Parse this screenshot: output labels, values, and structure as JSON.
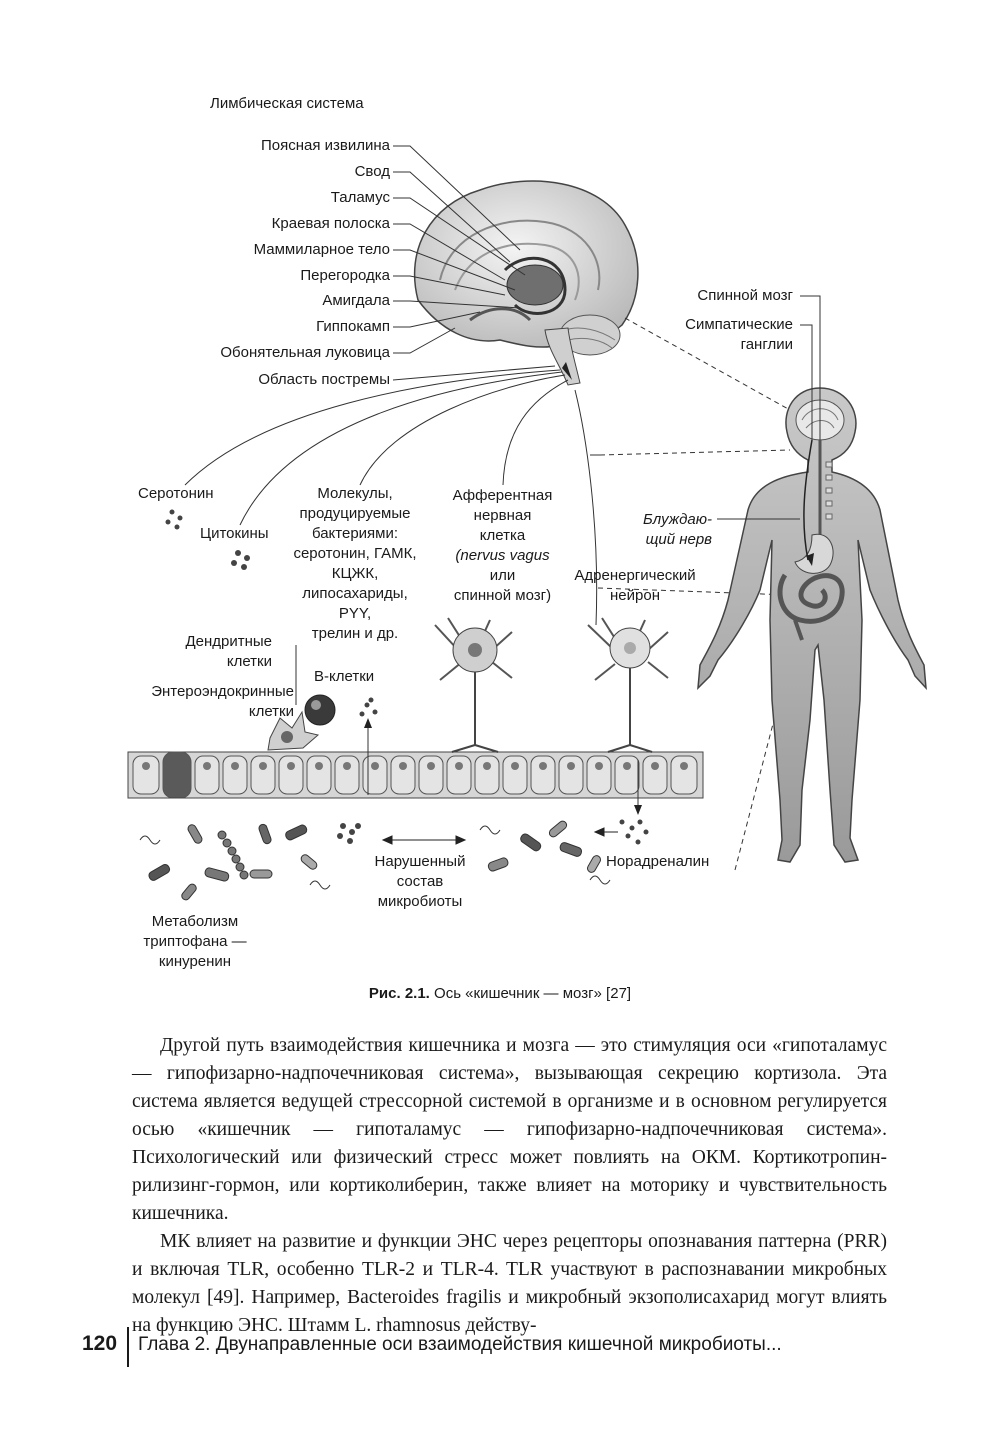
{
  "figure": {
    "limbic_title": "Лимбическая система",
    "brain_labels": [
      "Поясная извилина",
      "Свод",
      "Таламус",
      "Краевая полоска",
      "Маммиларное тело",
      "Перегородка",
      "Амигдала",
      "Гиппокамп",
      "Обонятельная луковица",
      "Область постремы"
    ],
    "spinal_cord": "Спинной мозг",
    "sympathetic_ganglia": [
      "Симпатические",
      "ганглии"
    ],
    "vagus_nerve": [
      "Блуждаю-",
      "щий нерв"
    ],
    "serotonin": "Серотонин",
    "cytokines": "Цитокины",
    "molecules": [
      "Молекулы,",
      "продуцируемые",
      "бактериями:",
      "серотонин, ГАМК,",
      "КЦЖК,",
      "липосахариды,",
      "PYY,",
      "трелин и др."
    ],
    "afferent": [
      "Афферентная",
      "нервная",
      "клетка",
      "(nervus vagus",
      "или",
      "спинной мозг)"
    ],
    "adrenergic": [
      "Адренергический",
      "нейрон"
    ],
    "dendritic": [
      "Дендритные",
      "клетки"
    ],
    "enteroendocrine": [
      "Энтероэндокринные",
      "клетки"
    ],
    "b_cells": "В-клетки",
    "disturbed": [
      "Нарушенный",
      "состав",
      "микробиоты"
    ],
    "noradrenaline": "Норадреналин",
    "tryptophan": [
      "Метаболизм",
      "триптофана —",
      "кинуренин"
    ]
  },
  "caption": {
    "label": "Рис. 2.1.",
    "text": " Ось «кишечник — мозг» [27]"
  },
  "paragraphs": [
    "Другой путь взаимодействия кишечника и мозга — это стимуляция оси «гипоталамус — гипофизарно-надпочечниковая система», вызывающая секрецию кортизола. Эта система является ведущей стрессорной системой в организме и в основном регулируется осью «кишечник — гипоталамус — гипофизарно-надпочечниковая система». Психологический или физический стресс может повлиять на ОКМ. Кортикотропин-рилизинг-гормон, или кортиколиберин, также влияет на моторику и чувствительность кишечника.",
    "МК влияет на развитие и функции ЭНС через рецепторы опознавания паттерна (PRR) и включая TLR, особенно TLR-2 и TLR-4. TLR участвуют в распознавании микробных молекул [49]. Например, Bacteroides fragilis и микробный экзополисахарид могут влиять на функцию ЭНС. Штамм L. rhamnosus действу-"
  ],
  "footer": {
    "page_number": "120",
    "chapter": "Глава 2. Двунаправленные оси взаимодействия кишечной микробиоты..."
  }
}
